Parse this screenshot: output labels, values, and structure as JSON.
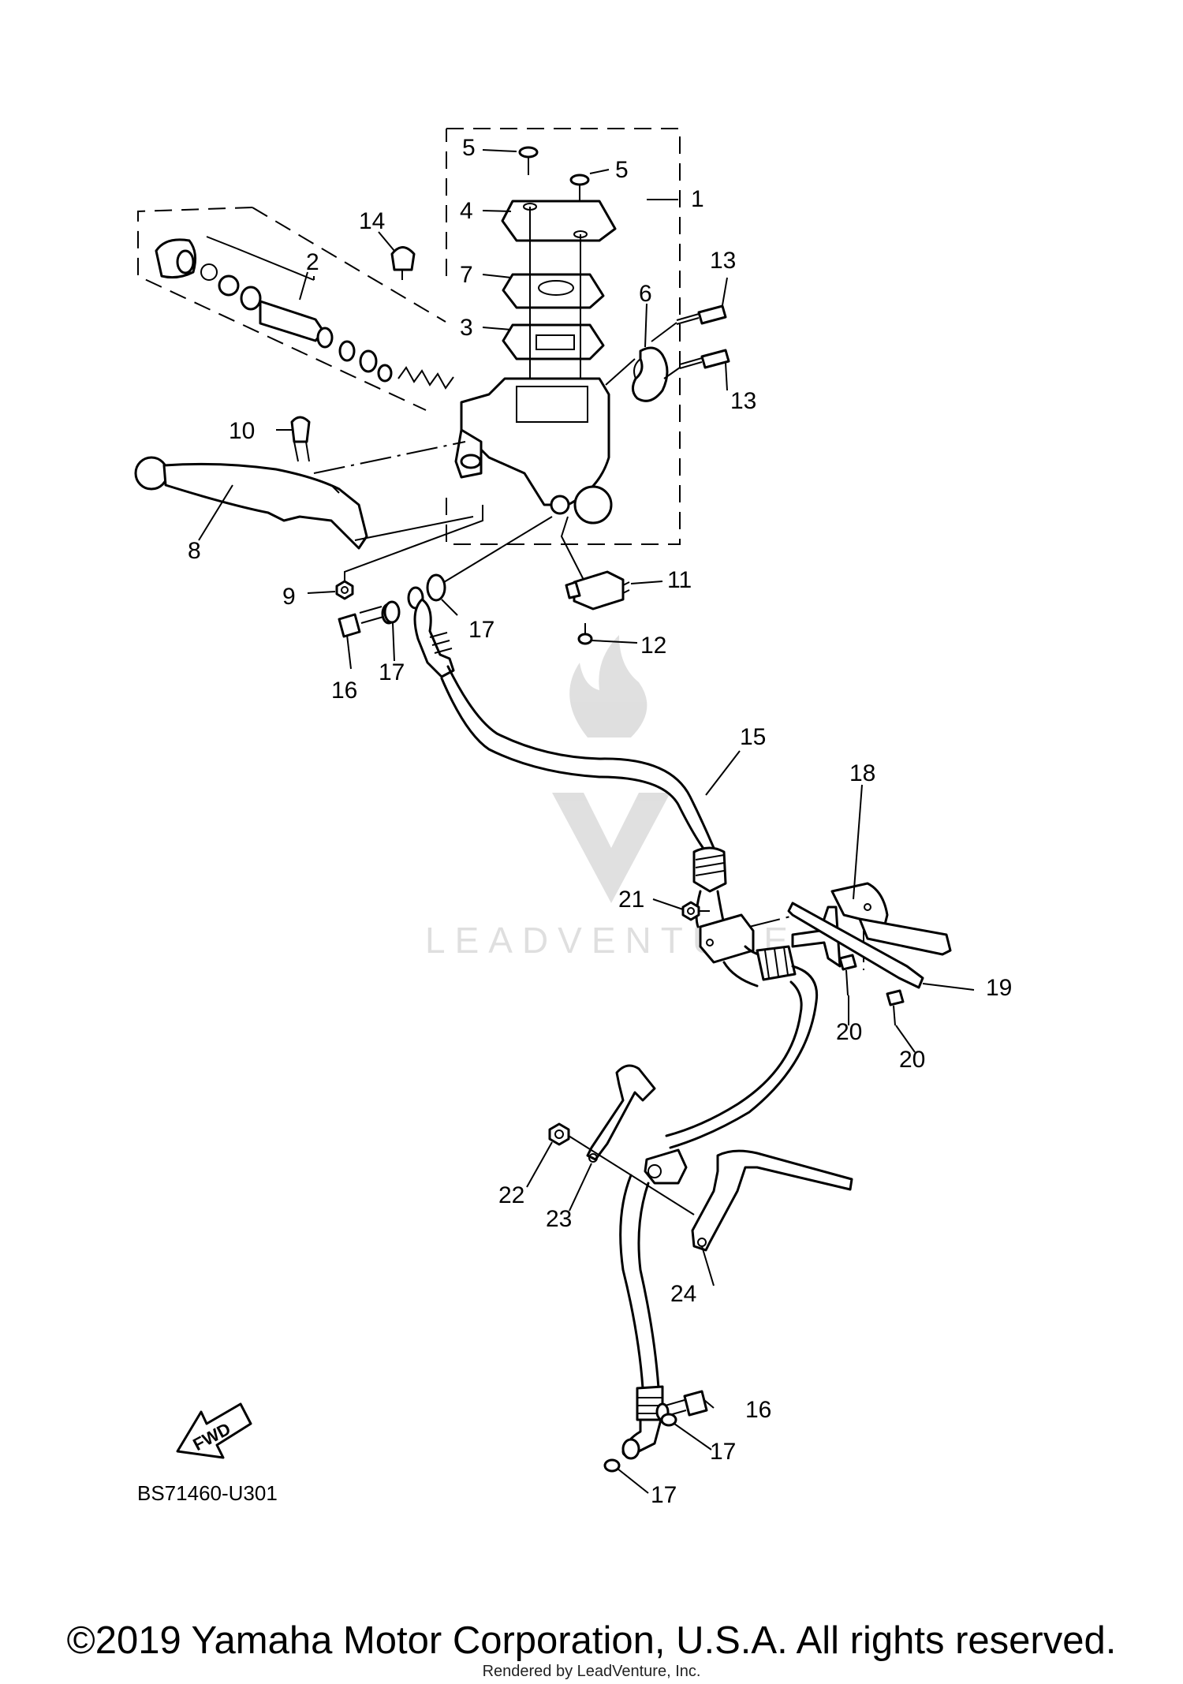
{
  "diagram_code": "BS71460-U301",
  "fwd_label": "FWD",
  "watermark": "LEADVENTURE",
  "copyright": "©2019 Yamaha Motor Corporation, U.S.A. All rights reserved.",
  "rendered_by": "Rendered by LeadVenture, Inc.",
  "callouts": [
    {
      "id": "c1",
      "text": "1"
    },
    {
      "id": "c2",
      "text": "2"
    },
    {
      "id": "c3",
      "text": "3"
    },
    {
      "id": "c4",
      "text": "4"
    },
    {
      "id": "c5a",
      "text": "5"
    },
    {
      "id": "c5b",
      "text": "5"
    },
    {
      "id": "c6",
      "text": "6"
    },
    {
      "id": "c7",
      "text": "7"
    },
    {
      "id": "c8",
      "text": "8"
    },
    {
      "id": "c9",
      "text": "9"
    },
    {
      "id": "c10",
      "text": "10"
    },
    {
      "id": "c11",
      "text": "11"
    },
    {
      "id": "c12",
      "text": "12"
    },
    {
      "id": "c13a",
      "text": "13"
    },
    {
      "id": "c13b",
      "text": "13"
    },
    {
      "id": "c14",
      "text": "14"
    },
    {
      "id": "c15",
      "text": "15"
    },
    {
      "id": "c16a",
      "text": "16"
    },
    {
      "id": "c16b",
      "text": "16"
    },
    {
      "id": "c17a",
      "text": "17"
    },
    {
      "id": "c17b",
      "text": "17"
    },
    {
      "id": "c17c",
      "text": "17"
    },
    {
      "id": "c17d",
      "text": "17"
    },
    {
      "id": "c18",
      "text": "18"
    },
    {
      "id": "c19",
      "text": "19"
    },
    {
      "id": "c20a",
      "text": "20"
    },
    {
      "id": "c20b",
      "text": "20"
    },
    {
      "id": "c21",
      "text": "21"
    },
    {
      "id": "c22",
      "text": "22"
    },
    {
      "id": "c23",
      "text": "23"
    },
    {
      "id": "c24",
      "text": "24"
    }
  ]
}
